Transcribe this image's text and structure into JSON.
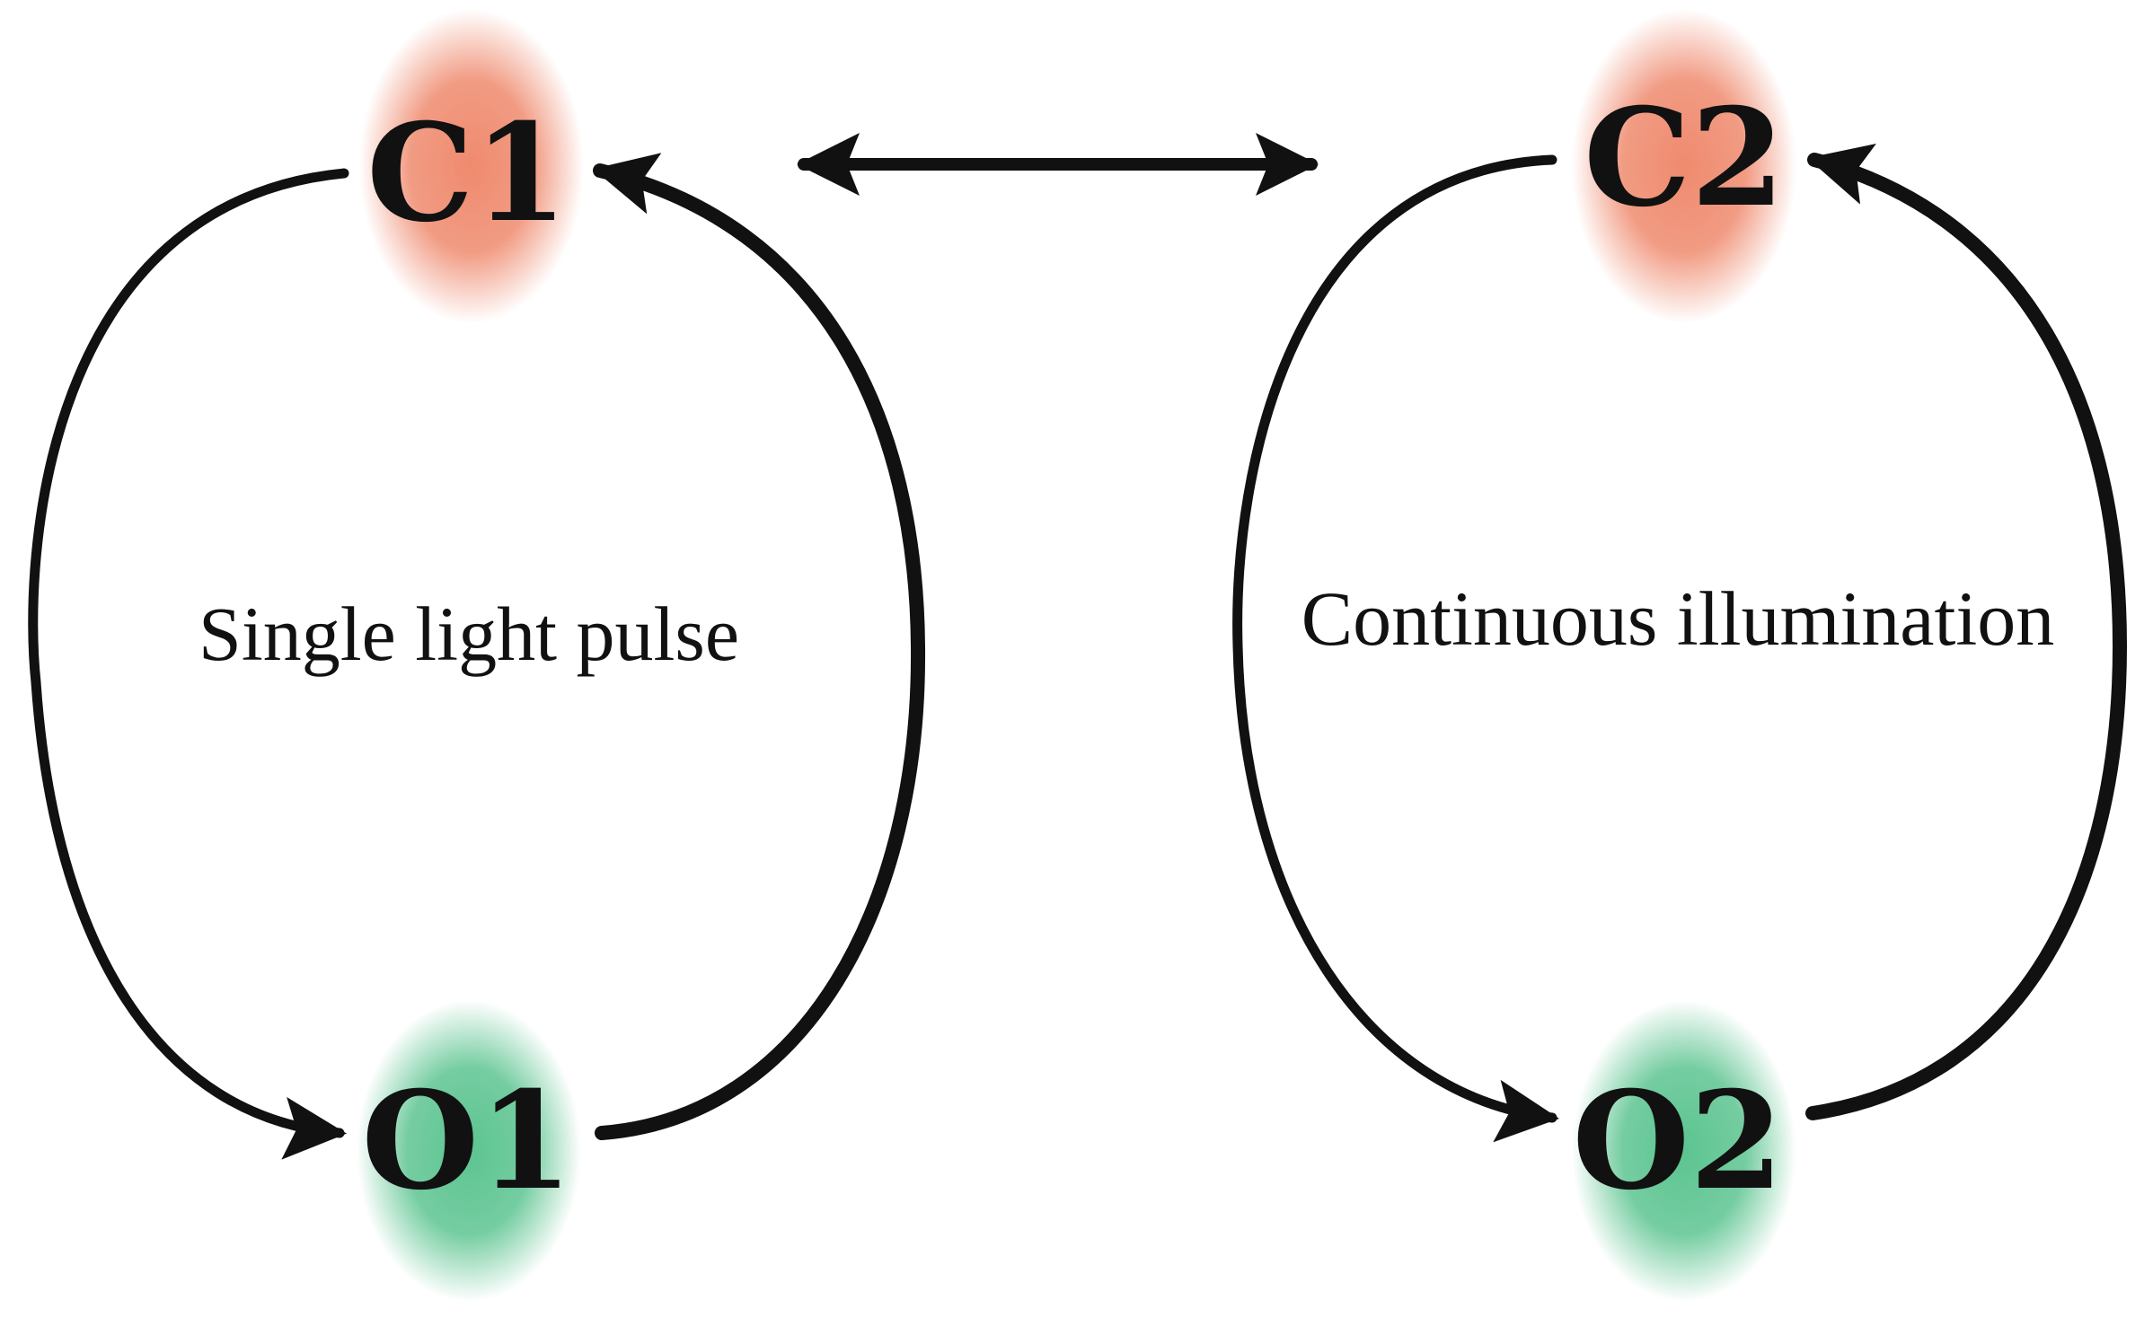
{
  "states": {
    "c1": {
      "label": "C1",
      "color": "#ef8a6e"
    },
    "c2": {
      "label": "C2",
      "color": "#ef8a6e"
    },
    "o1": {
      "label": "O1",
      "color": "#5cc490"
    },
    "o2": {
      "label": "O2",
      "color": "#5cc490"
    }
  },
  "cycles": {
    "left": {
      "label": "Single light pulse"
    },
    "right": {
      "label": "Continuous illumination"
    }
  },
  "colors": {
    "closed_state": "#ef8a6e",
    "open_state": "#5cc490",
    "arrow": "#111111"
  }
}
